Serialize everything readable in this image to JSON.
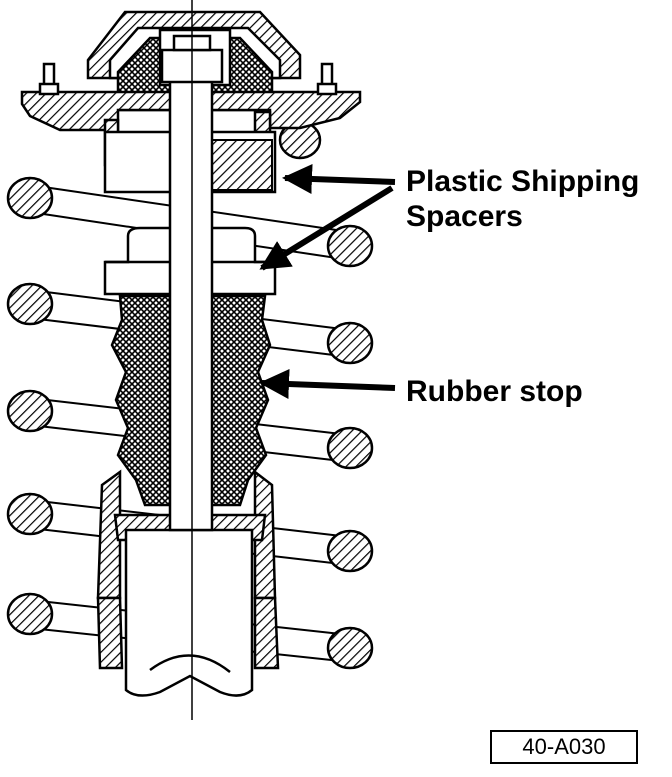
{
  "labels": {
    "spacers_line1": "Plastic Shipping",
    "spacers_line2": "Spacers",
    "rubber_stop": "Rubber stop"
  },
  "figure_code": "40-A030"
}
